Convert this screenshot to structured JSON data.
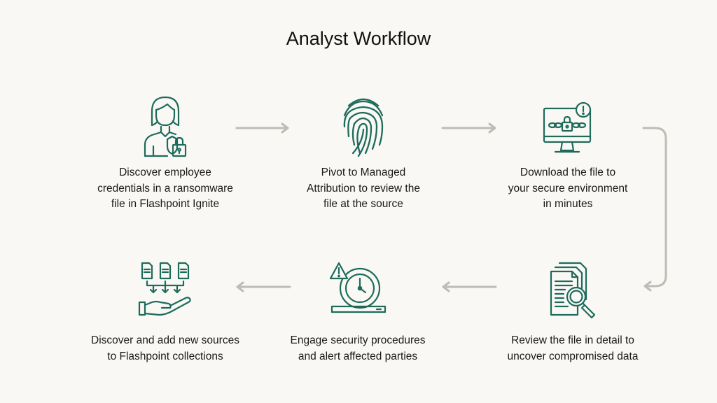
{
  "title": "Analyst Workflow",
  "colors": {
    "icon": "#1e6b5c",
    "arrow": "#bdbcb6",
    "background": "#f9f8f4"
  },
  "steps": [
    {
      "icon": "person-lock-icon",
      "lines": [
        "Discover employee",
        "credentials in a ransomware",
        "file in Flashpoint Ignite"
      ]
    },
    {
      "icon": "fingerprint-icon",
      "lines": [
        "Pivot to Managed",
        "Attribution to review the",
        "file at the source"
      ]
    },
    {
      "icon": "monitor-lock-icon",
      "lines": [
        "Download the file to",
        "your secure environment",
        "in minutes"
      ]
    },
    {
      "icon": "documents-magnifier-icon",
      "lines": [
        "Review the file in detail to",
        "uncover compromised data"
      ]
    },
    {
      "icon": "alert-clock-icon",
      "lines": [
        "Engage security procedures",
        "and alert affected parties"
      ]
    },
    {
      "icon": "documents-hand-icon",
      "lines": [
        "Discover and add new sources",
        "to Flashpoint collections"
      ]
    }
  ]
}
